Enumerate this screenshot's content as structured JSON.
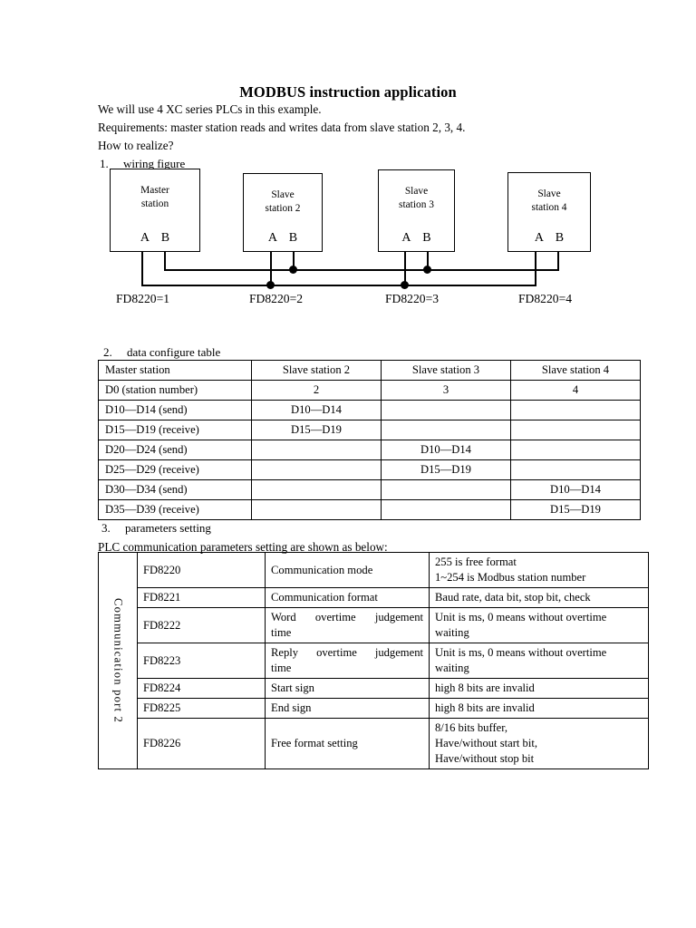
{
  "document": {
    "title": "MODBUS instruction application",
    "intro": [
      "We will use 4 XC series PLCs in this example.",
      "Requirements: master station reads and writes data from slave station 2, 3, 4.",
      "How to realize?"
    ]
  },
  "sections": {
    "wiring": {
      "number": "1.",
      "label": "wiring figure"
    },
    "data_configure": {
      "number": "2.",
      "label": "data configure table"
    },
    "parameters": {
      "number": "3.",
      "label": "parameters setting"
    }
  },
  "plc_note": "PLC communication parameters setting are shown as below:",
  "wiring_figure": {
    "stations": [
      {
        "name_line1": "Master",
        "name_line2": "station",
        "pins": "A B",
        "fd_label": "FD8220=1"
      },
      {
        "name_line1": "Slave",
        "name_line2": "station 2",
        "pins": "A B",
        "fd_label": "FD8220=2"
      },
      {
        "name_line1": "Slave",
        "name_line2": "station 3",
        "pins": "A B",
        "fd_label": "FD8220=3"
      },
      {
        "name_line1": "Slave",
        "name_line2": "station 4",
        "pins": "A B",
        "fd_label": "FD8220=4"
      }
    ]
  },
  "data_table": {
    "headers": [
      "Master station",
      "Slave station 2",
      "Slave station 3",
      "Slave station 4"
    ],
    "rows": [
      [
        "D0 (station number)",
        "2",
        "3",
        "4"
      ],
      [
        "D10—D14 (send)",
        "D10—D14",
        "",
        ""
      ],
      [
        "D15—D19 (receive)",
        "D15—D19",
        "",
        ""
      ],
      [
        "D20—D24 (send)",
        "",
        "D10—D14",
        ""
      ],
      [
        "D25—D29 (receive)",
        "",
        "D15—D19",
        ""
      ],
      [
        "D30—D34 (send)",
        "",
        "",
        "D10—D14"
      ],
      [
        "D35—D39 (receive)",
        "",
        "",
        "D15—D19"
      ]
    ]
  },
  "param_table": {
    "port_label": "Communication port 2",
    "rows": [
      {
        "code": "FD8220",
        "desc": "Communication mode",
        "desc_justify": false,
        "note": [
          "255 is free format",
          "1~254 is Modbus station number"
        ]
      },
      {
        "code": "FD8221",
        "desc": "Communication format",
        "desc_justify": false,
        "note": [
          "Baud rate, data bit, stop bit, check"
        ]
      },
      {
        "code": "FD8222",
        "desc": "Word overtime judgement",
        "desc_line2": "time",
        "desc_justify": true,
        "note": [
          "Unit is ms, 0 means without overtime",
          "waiting"
        ]
      },
      {
        "code": "FD8223",
        "desc": "Reply overtime judgement",
        "desc_line2": "time",
        "desc_justify": true,
        "note": [
          "Unit is ms, 0 means without overtime",
          "waiting"
        ]
      },
      {
        "code": "FD8224",
        "desc": "Start sign",
        "desc_justify": false,
        "note": [
          "high 8 bits are invalid"
        ]
      },
      {
        "code": "FD8225",
        "desc": "End sign",
        "desc_justify": false,
        "note": [
          "high 8 bits are invalid"
        ]
      },
      {
        "code": "FD8226",
        "desc": "Free format setting",
        "desc_justify": false,
        "note": [
          "8/16 bits buffer,",
          "Have/without start bit,",
          "Have/without stop bit"
        ]
      }
    ]
  }
}
